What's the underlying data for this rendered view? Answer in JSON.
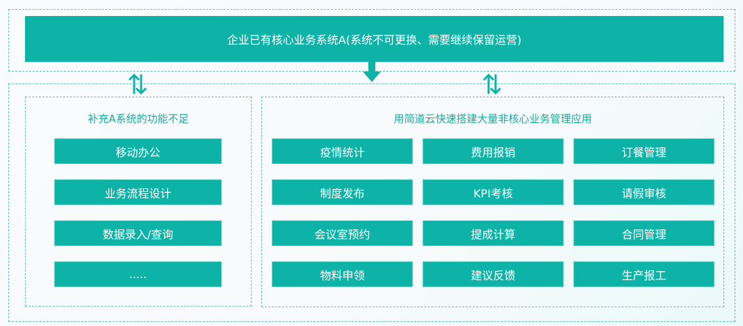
{
  "top": {
    "label": "企业已有核心业务系统A(系统不可更换、需要继续保留运营)"
  },
  "left": {
    "title": "补充A系统的功能不足",
    "items": [
      "移动办公",
      "业务流程设计",
      "数据录入/查询",
      "....."
    ]
  },
  "right": {
    "title": "用简道云快速搭建大量非核心业务管理应用",
    "items": [
      "疫情统计",
      "费用报销",
      "订餐管理",
      "制度发布",
      "KPI考核",
      "请假审核",
      "会议室预约",
      "提成计算",
      "合同管理",
      "物料申领",
      "建议反馈",
      "生产报工"
    ]
  },
  "colors": {
    "accent": "#0eb3a8",
    "dash": "#5fbcb8"
  }
}
